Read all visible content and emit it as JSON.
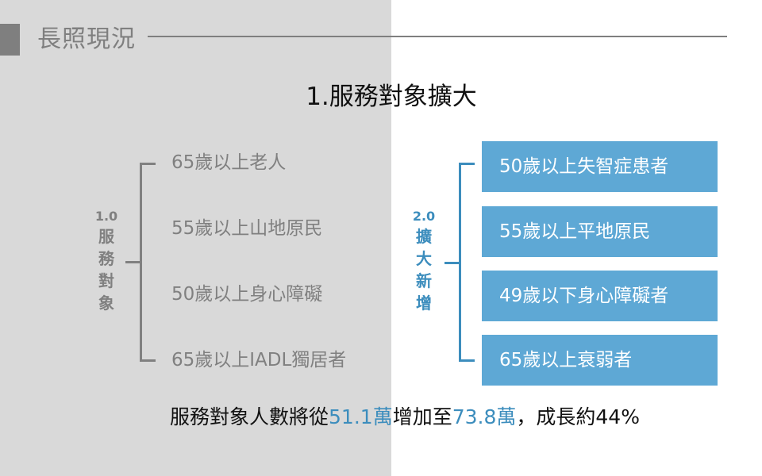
{
  "header": {
    "title": "長照現況"
  },
  "subtitle": "1.服務對象擴大",
  "old_version": {
    "version": "1.0",
    "label_chars": [
      "服",
      "務",
      "對",
      "象"
    ],
    "items": [
      "65歲以上老人",
      "55歲以上山地原民",
      "50歲以上身心障礙",
      "65歲以上IADL獨居者"
    ]
  },
  "new_version": {
    "version": "2.0",
    "label_chars": [
      "擴",
      "大",
      "新",
      "增"
    ],
    "items": [
      "50歲以上失智症患者",
      "55歲以上平地原民",
      "49歲以下身心障礙者",
      "65歲以上衰弱者"
    ]
  },
  "summary": {
    "prefix": "服務對象人數將從",
    "from_value": "51.1萬",
    "middle": "增加至",
    "to_value": "73.8萬",
    "suffix": "，成長約44%"
  },
  "colors": {
    "accent": "#3c8dbd",
    "box": "#5ea8d5",
    "gray": "#808080",
    "left_bg": "#d9d9d9"
  }
}
